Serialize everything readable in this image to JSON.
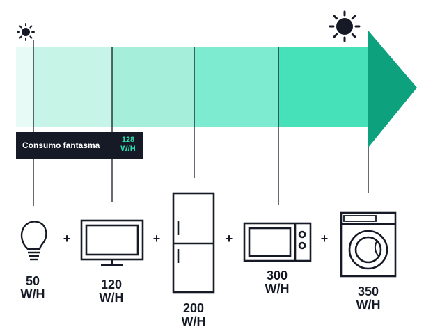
{
  "phantom": {
    "label": "Consumo fantasma",
    "value": "128",
    "unit": "W/H"
  },
  "plus_sign": "+",
  "appliances": [
    {
      "id": "lightbulb",
      "icon": "lightbulb-icon",
      "value": "50",
      "unit": "W/H"
    },
    {
      "id": "tv",
      "icon": "tv-icon",
      "value": "120",
      "unit": "W/H"
    },
    {
      "id": "fridge",
      "icon": "fridge-icon",
      "value": "200",
      "unit": "W/H"
    },
    {
      "id": "microwave",
      "icon": "microwave-icon",
      "value": "300",
      "unit": "W/H"
    },
    {
      "id": "washer",
      "icon": "washing-machine-icon",
      "value": "350",
      "unit": "W/H"
    }
  ],
  "colors": {
    "segments": [
      "#e8faf5",
      "#c6f4e6",
      "#a5eed9",
      "#7cebcf",
      "#47e1b9",
      "#27dba9",
      "#0ea17e"
    ],
    "ink": "#151a26",
    "accent": "#2fe0b0"
  },
  "icons": {
    "small_sun": "sun-icon",
    "large_sun": "sun-icon"
  }
}
